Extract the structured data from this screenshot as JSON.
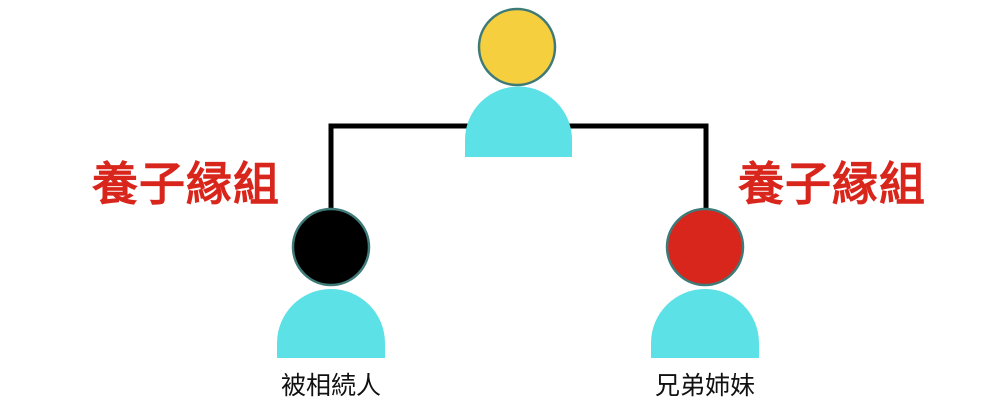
{
  "colors": {
    "parent_head": "#F5CF3E",
    "decedent_head": "#000000",
    "sibling_head": "#D9261C",
    "body": "#5CE1E6",
    "head_outline": "#3E7A78",
    "line": "#000000",
    "adoption_text": "#D9261C"
  },
  "labels": {
    "left_adoption": "養子縁組",
    "right_adoption": "養子縁組",
    "decedent": "被相続人",
    "sibling": "兄弟姉妹"
  }
}
